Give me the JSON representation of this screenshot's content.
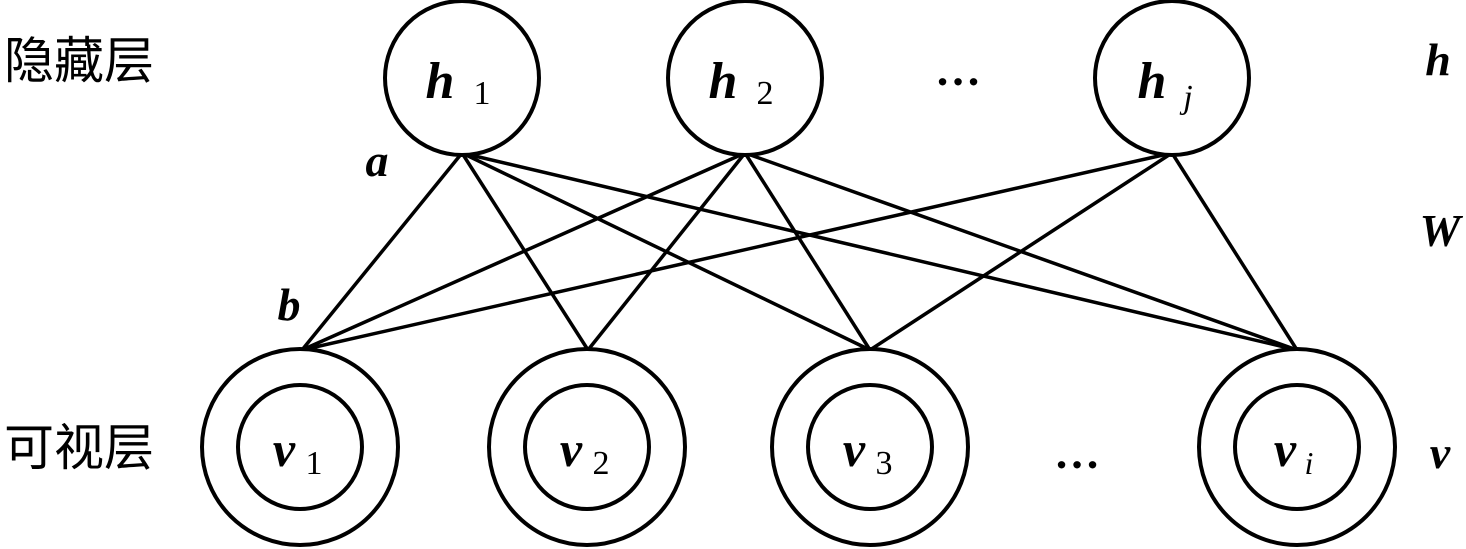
{
  "layers": {
    "hidden_label": "隐藏层",
    "visible_label": "可视层"
  },
  "hidden_nodes": [
    {
      "symbol": "h",
      "sub": "1"
    },
    {
      "symbol": "h",
      "sub": "2"
    },
    {
      "symbol": "h",
      "sub": "j"
    }
  ],
  "visible_nodes": [
    {
      "symbol": "v",
      "sub": "1"
    },
    {
      "symbol": "v",
      "sub": "2"
    },
    {
      "symbol": "v",
      "sub": "3"
    },
    {
      "symbol": "v",
      "sub": "i"
    }
  ],
  "ellipsis": "…",
  "side_labels": {
    "h": "h",
    "W": "W",
    "v": "v",
    "a": "a",
    "b": "b"
  }
}
